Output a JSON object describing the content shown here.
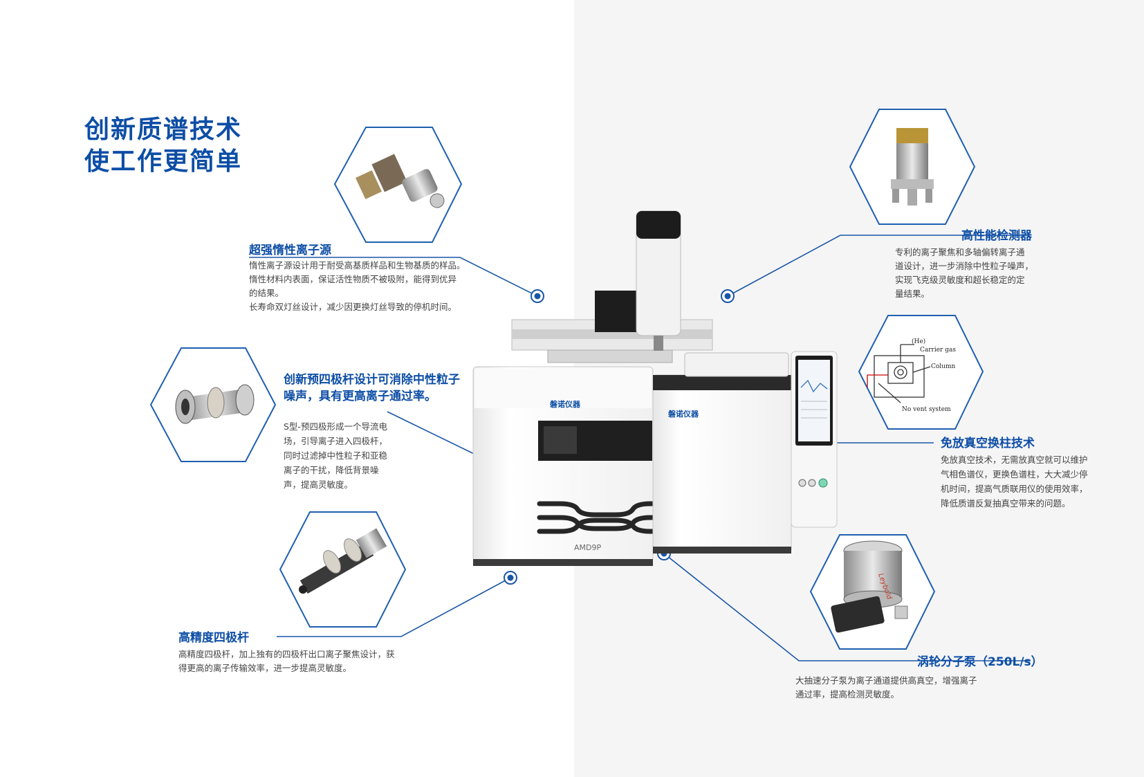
{
  "title": {
    "line1": "创新质谱技术",
    "line2": "使工作更简单"
  },
  "features": {
    "ion_source": {
      "heading": "超强惰性离子源",
      "lines": [
        "惰性离子源设计用于耐受高基质样品和生物基质的样品。",
        "惰性材料内表面，保证活性物质不被吸附，能得到优异",
        "的结果。",
        "长寿命双灯丝设计，减少因更换灯丝导致的停机时间。"
      ]
    },
    "prequad": {
      "heading_line1": "创新预四极杆设计可消除中性粒子",
      "heading_line2": "噪声，具有更高离子通过率。",
      "lines": [
        "S型-预四极形成一个导流电",
        "场，引导离子进入四极杆，",
        "同时过滤掉中性粒子和亚稳",
        "离子的干扰，降低背景噪",
        "声，提高灵敏度。"
      ]
    },
    "quadrupole": {
      "heading": "高精度四极杆",
      "lines": [
        "高精度四极杆，加上独有的四极杆出口离子聚焦设计，获",
        "得更高的离子传输效率，进一步提高灵敏度。"
      ]
    },
    "detector": {
      "heading": "高性能检测器",
      "lines": [
        "专利的离子聚焦和多轴偏转离子通",
        "道设计，进一步消除中性粒子噪声，",
        "实现飞克级灵敏度和超长稳定的定",
        "量结果。"
      ]
    },
    "column_change": {
      "heading": "免放真空换柱技术",
      "lines": [
        "免放真空技术，无需放真空就可以维护",
        "气相色谱仪，更换色谱柱，大大减少停",
        "机时间，提高气质联用仪的使用效率，",
        "降低质谱反复抽真空带来的问题。"
      ]
    },
    "pump": {
      "heading": "涡轮分子泵（250L/s）",
      "lines": [
        "大抽速分子泵为离子通道提供高真空，增强离子",
        "通过率，提高检测灵敏度。"
      ]
    }
  },
  "instrument": {
    "brand_ms": "磐诺仪器",
    "brand_gc": "磐诺仪器",
    "model": "AMD9P"
  },
  "schematic": {
    "he": "(He)",
    "carrier": "Carrier gas",
    "column": "Column",
    "novent": "No vent system"
  },
  "pump_brand": "Leybold",
  "colors": {
    "brand_blue": "#0d4ea6",
    "line_blue": "#1a56a6",
    "hex_border": "#1f5fb0"
  }
}
